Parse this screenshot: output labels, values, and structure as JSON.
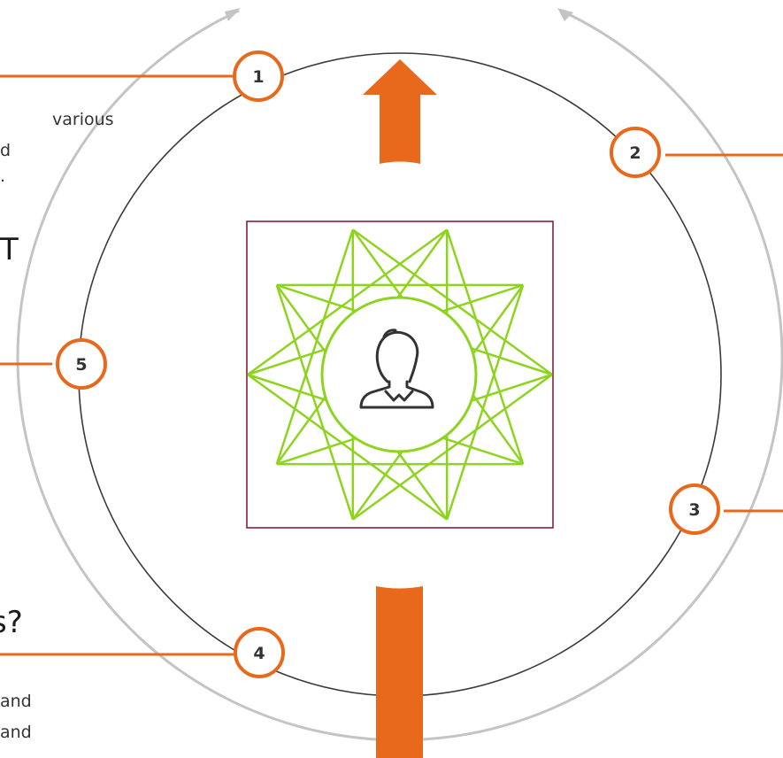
{
  "colors": {
    "accent": "#E8691C",
    "inner_ring": "#3a3a3a",
    "outer_ring": "#c4c4c4",
    "star": "#8ED41F",
    "center_frame": "#8B1E3F",
    "text": "#222222"
  },
  "badges": [
    {
      "id": "1",
      "label": "1"
    },
    {
      "id": "2",
      "label": "2"
    },
    {
      "id": "3",
      "label": "3"
    },
    {
      "id": "4",
      "label": "4"
    },
    {
      "id": "5",
      "label": "5"
    }
  ],
  "text_fragments": {
    "various": "various",
    "d": "d",
    "dot": ".",
    "big_t": "T",
    "question": "s?",
    "and_1": "and",
    "and_2": "and"
  },
  "center": {
    "icon": "person-icon",
    "star_points": 10
  },
  "arrows": {
    "top": "arrow-up-icon",
    "bottom": "bar"
  }
}
